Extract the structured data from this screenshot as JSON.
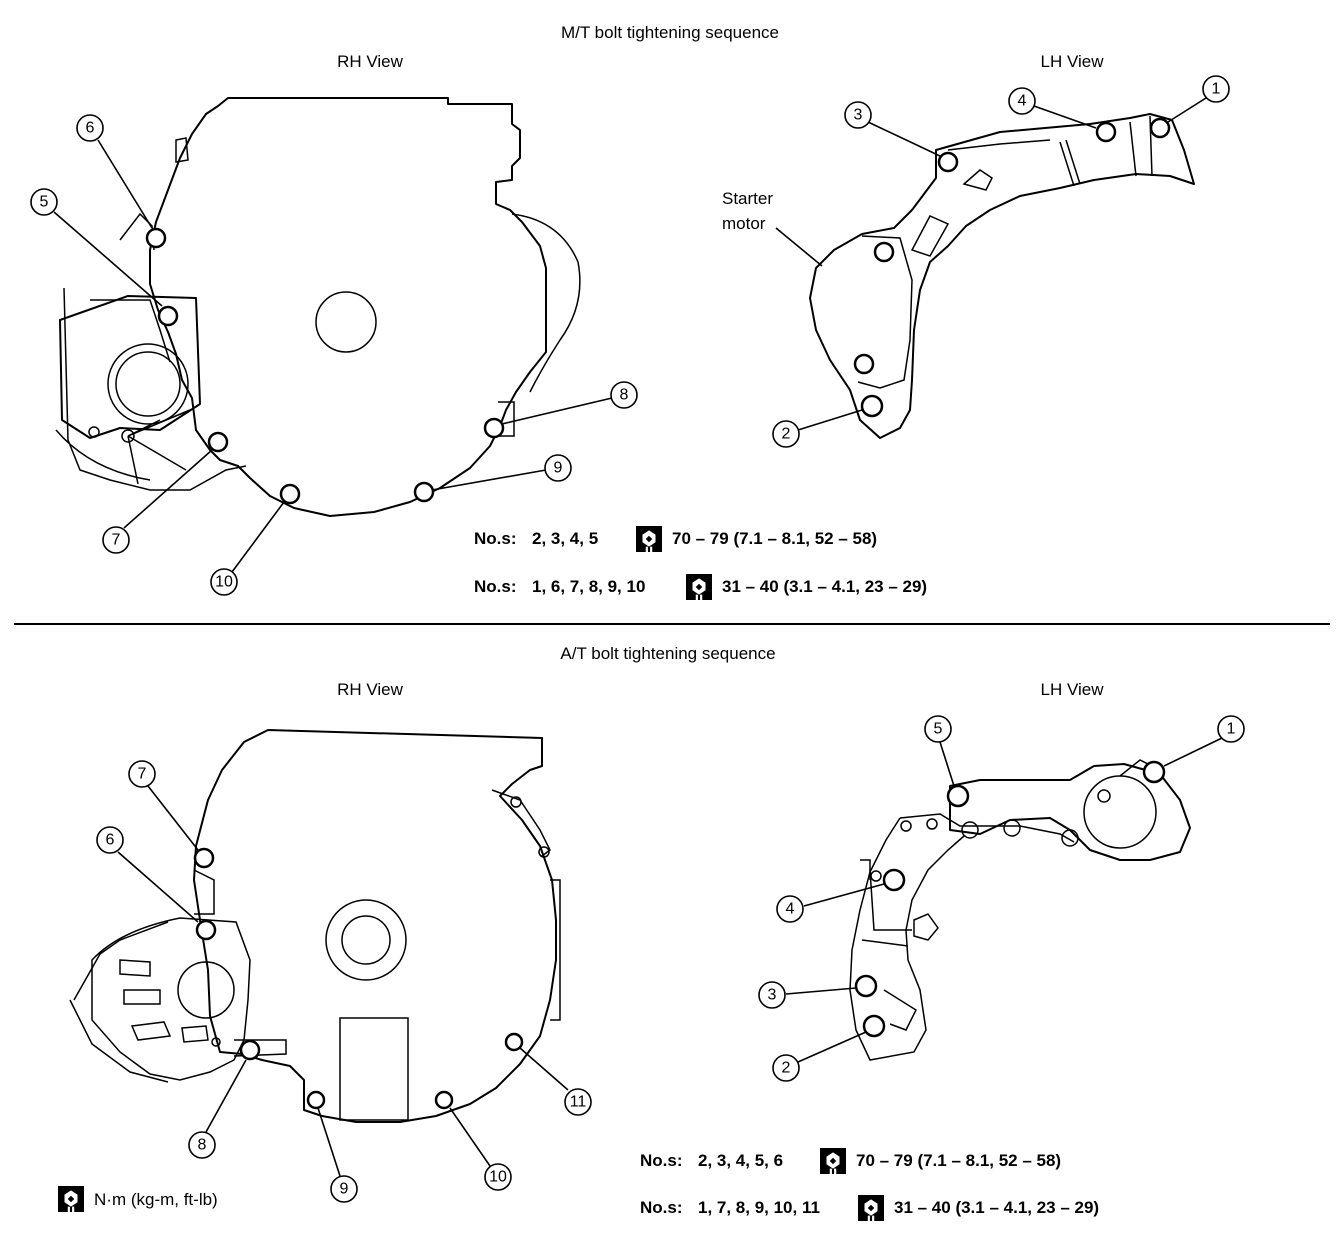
{
  "mt": {
    "title": "M/T bolt tightening sequence",
    "rh_view": "RH View",
    "lh_view": "LH View",
    "starter_label_1": "Starter",
    "starter_label_2": "motor",
    "torque_rows": [
      {
        "nos_prefix": "No.s:",
        "nos": "2, 3, 4, 5",
        "torque": "70 – 79 (7.1 – 8.1, 52 – 58)"
      },
      {
        "nos_prefix": "No.s:",
        "nos": "1, 6, 7, 8, 9, 10",
        "torque": "31 – 40 (3.1 – 4.1, 23 – 29)"
      }
    ],
    "rh_callouts": [
      "5",
      "6",
      "7",
      "8",
      "9",
      "10"
    ],
    "lh_callouts": [
      "1",
      "2",
      "3",
      "4"
    ]
  },
  "at": {
    "title": "A/T bolt tightening sequence",
    "rh_view": "RH View",
    "lh_view": "LH View",
    "torque_rows": [
      {
        "nos_prefix": "No.s:",
        "nos": "2, 3, 4, 5, 6",
        "torque": "70 – 79 (7.1 – 8.1, 52 – 58)"
      },
      {
        "nos_prefix": "No.s:",
        "nos": "1, 7, 8, 9, 10, 11",
        "torque": "31 – 40 (3.1 – 4.1, 23 – 29)"
      }
    ],
    "rh_callouts": [
      "6",
      "7",
      "8",
      "9",
      "10",
      "11"
    ],
    "lh_callouts": [
      "1",
      "2",
      "3",
      "4",
      "5"
    ]
  },
  "legend": {
    "unit": "N·m (kg-m, ft-lb)",
    "icon": "torque-wrench-icon"
  },
  "colors": {
    "ink": "#000000",
    "paper": "#ffffff"
  }
}
